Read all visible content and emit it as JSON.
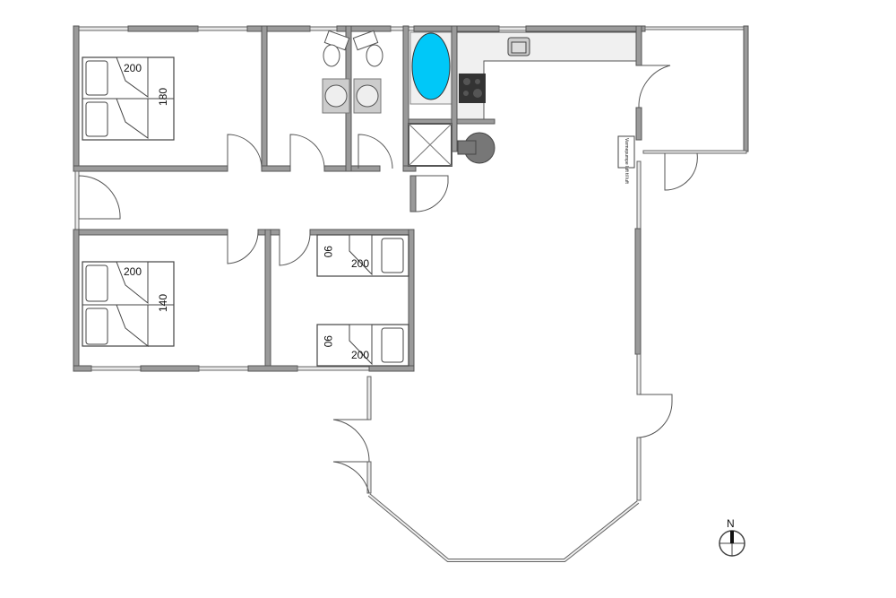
{
  "plan": {
    "beds": [
      {
        "length": "200",
        "width": "180"
      },
      {
        "length": "200",
        "width": "140"
      },
      {
        "length": "200",
        "width": "90"
      },
      {
        "length": "200",
        "width": "90"
      }
    ],
    "heat_pump_label": "Varmepumpe luft til luft",
    "compass_label": "N",
    "colors": {
      "wall": "#9a9a9a",
      "bathtub": "#00c8f8",
      "counter": "#f0f0f0"
    }
  }
}
